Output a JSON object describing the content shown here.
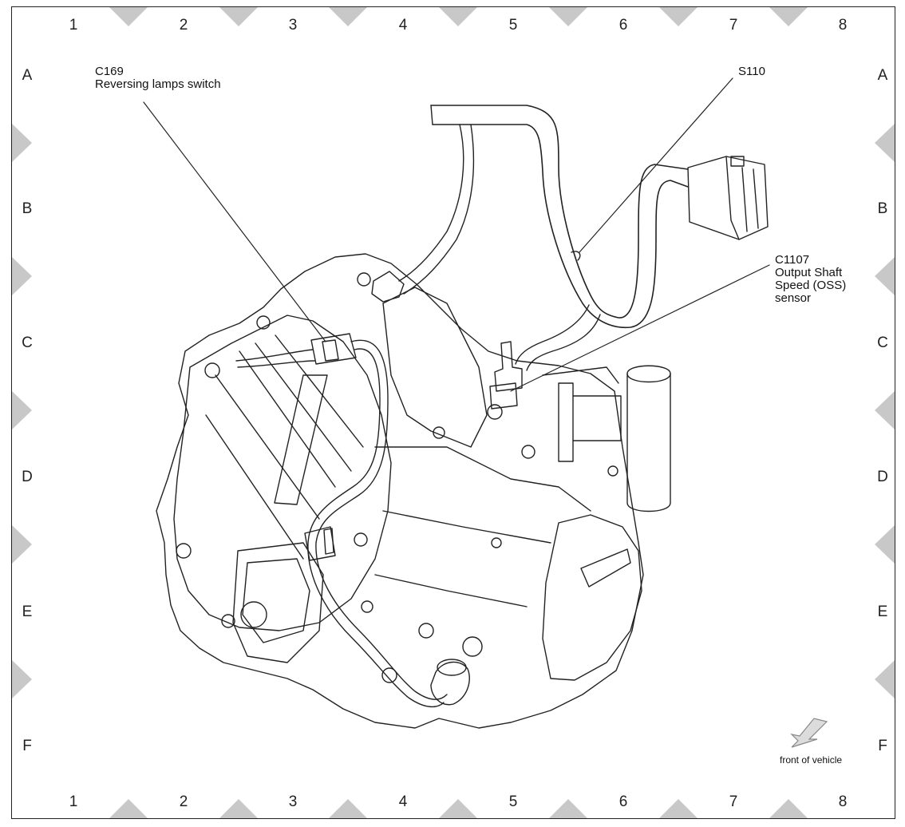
{
  "grid": {
    "columns": [
      "1",
      "2",
      "3",
      "4",
      "5",
      "6",
      "7",
      "8"
    ],
    "rows": [
      "A",
      "B",
      "C",
      "D",
      "E",
      "F"
    ]
  },
  "callouts": {
    "c169_code": "C169",
    "c169_text": "Reversing lamps switch",
    "s110_code": "S110",
    "c1107_code": "C1107",
    "c1107_line1": "Output Shaft",
    "c1107_line2": "Speed (OSS)",
    "c1107_line3": "sensor"
  },
  "orientation": {
    "label": "front of vehicle"
  },
  "colors": {
    "marker": "#c8c8c8",
    "line": "#222222",
    "arrow_fill": "#dcdcdc"
  }
}
